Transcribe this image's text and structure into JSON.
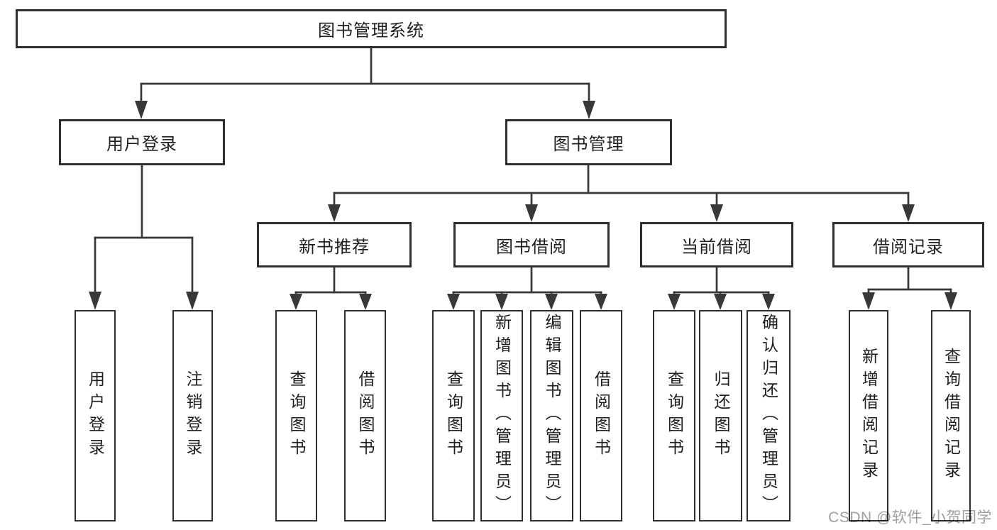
{
  "diagram": {
    "title": "图书管理系统",
    "nodes": {
      "root": {
        "label": "图书管理系统"
      },
      "user_login": {
        "label": "用户登录"
      },
      "book_mgmt": {
        "label": "图书管理"
      },
      "new_book_rec": {
        "label": "新书推荐"
      },
      "book_borrow": {
        "label": "图书借阅"
      },
      "current_borrow": {
        "label": "当前借阅"
      },
      "borrow_record": {
        "label": "借阅记录"
      },
      "leaf_user_login": {
        "label": "用户登录"
      },
      "leaf_logout": {
        "label": "注销登录"
      },
      "leaf_nbr_query": {
        "label": "查询图书"
      },
      "leaf_nbr_borrow": {
        "label": "借阅图书"
      },
      "leaf_bb_query": {
        "label": "查询图书"
      },
      "leaf_bb_add": {
        "label": "新增图书（管理员）"
      },
      "leaf_bb_edit": {
        "label": "编辑图书（管理员）"
      },
      "leaf_bb_borrow": {
        "label": "借阅图书"
      },
      "leaf_cb_query": {
        "label": "查询图书"
      },
      "leaf_cb_return": {
        "label": "归还图书"
      },
      "leaf_cb_confirm": {
        "label": "确认归还（管理员）"
      },
      "leaf_br_add": {
        "label": "新增借阅记录"
      },
      "leaf_br_query": {
        "label": "查询借阅记录"
      }
    },
    "colors": {
      "line": "#383838",
      "box_border": "#2e2e2e",
      "text": "#1f1f1f",
      "background": "#ffffff",
      "watermark": "#949499"
    }
  },
  "watermark": {
    "text": "CSDN @软件_小贺同学"
  }
}
